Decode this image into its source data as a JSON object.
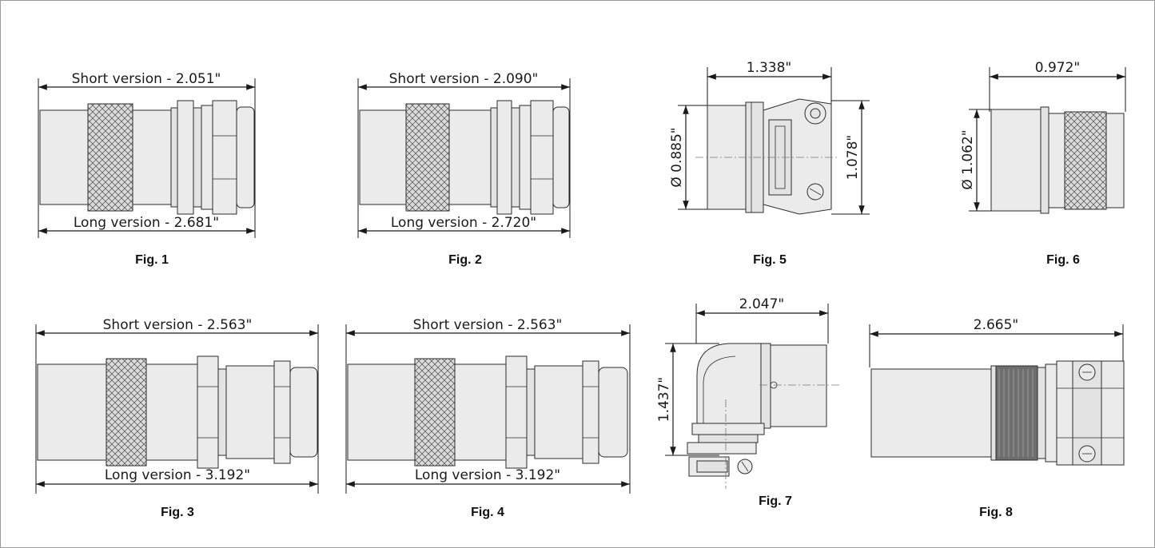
{
  "figures": [
    {
      "id": "fig1",
      "caption": "Fig. 1",
      "dims": {
        "short": "Short version - 2.051\"",
        "long": "Long version - 2.681\""
      }
    },
    {
      "id": "fig2",
      "caption": "Fig. 2",
      "dims": {
        "short": "Short version - 2.090\"",
        "long": "Long version - 2.720\""
      }
    },
    {
      "id": "fig5",
      "caption": "Fig. 5",
      "dims": {
        "width": "1.338\"",
        "diameter": "Ø 0.885\"",
        "height": "1.078\""
      }
    },
    {
      "id": "fig6",
      "caption": "Fig. 6",
      "dims": {
        "width": "0.972\"",
        "diameter": "Ø 1.062\""
      }
    },
    {
      "id": "fig3",
      "caption": "Fig. 3",
      "dims": {
        "short": "Short version - 2.563\"",
        "long": "Long version - 3.192\""
      }
    },
    {
      "id": "fig4",
      "caption": "Fig. 4",
      "dims": {
        "short": "Short version - 2.563\"",
        "long": "Long version - 3.192\""
      }
    },
    {
      "id": "fig7",
      "caption": "Fig. 7",
      "dims": {
        "width": "2.047\"",
        "height": "1.437\""
      }
    },
    {
      "id": "fig8",
      "caption": "Fig. 8",
      "dims": {
        "width": "2.665\""
      }
    }
  ]
}
